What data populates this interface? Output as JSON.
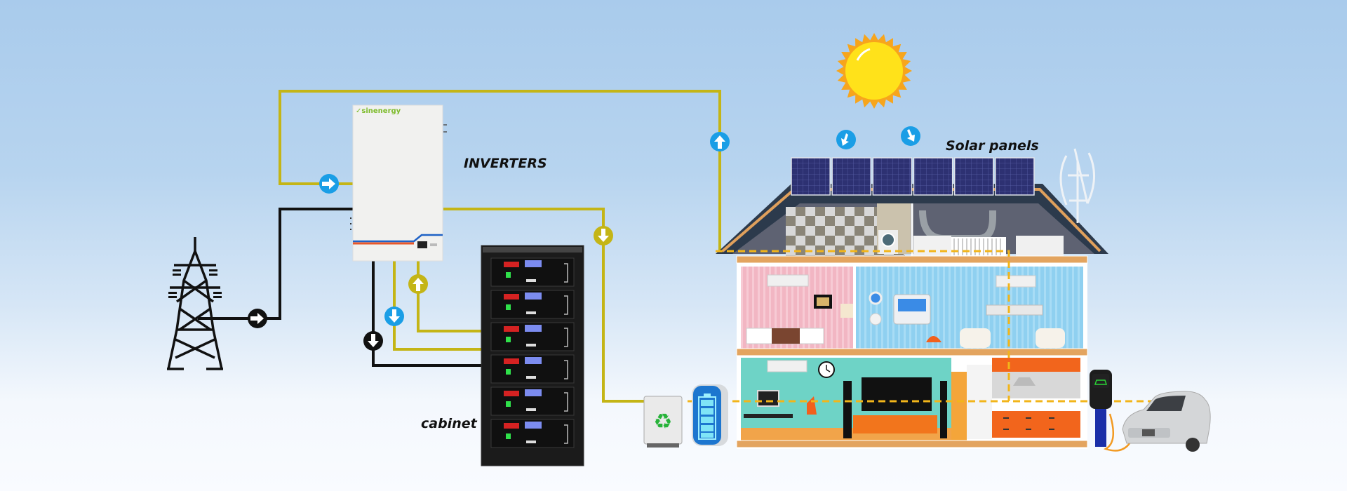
{
  "title": "Solar energy storage system diagram",
  "labels": {
    "inverters": "INVERTERS",
    "cabinet": "cabinet",
    "solar_panels": "Solar panels"
  },
  "brand": {
    "name": "sinenergy"
  },
  "components": [
    {
      "id": "grid",
      "name": "power-grid-tower"
    },
    {
      "id": "inverter",
      "name": "inverter"
    },
    {
      "id": "cabinet",
      "name": "battery-cabinet",
      "modules": 6
    },
    {
      "id": "sun",
      "name": "sun"
    },
    {
      "id": "solar",
      "name": "solar-panels",
      "panels": 6
    },
    {
      "id": "wind",
      "name": "wind-turbine"
    },
    {
      "id": "house",
      "name": "house"
    },
    {
      "id": "recycle",
      "name": "recycle-unit"
    },
    {
      "id": "home_battery",
      "name": "home-battery"
    },
    {
      "id": "ev_charger",
      "name": "ev-charger"
    },
    {
      "id": "car",
      "name": "electric-car"
    }
  ],
  "flows": [
    {
      "from": "grid",
      "to": "inverter",
      "direction": "right",
      "color": "black"
    },
    {
      "from": "solar",
      "to": "inverter",
      "direction": "up",
      "color": "blue"
    },
    {
      "from": "solar",
      "to": "inverter",
      "direction": "right",
      "color": "blue"
    },
    {
      "from": "inverter",
      "to": "house",
      "direction": "down",
      "color": "olive"
    },
    {
      "from": "cabinet",
      "to": "inverter",
      "direction": "up",
      "color": "olive"
    },
    {
      "from": "inverter",
      "to": "cabinet",
      "direction": "down",
      "color": "blue"
    },
    {
      "from": "inverter",
      "to": "cabinet",
      "direction": "down",
      "color": "black"
    },
    {
      "from": "sun",
      "to": "solar",
      "direction": "down",
      "color": "blue"
    },
    {
      "from": "sun",
      "to": "solar",
      "direction": "down-right",
      "color": "blue"
    }
  ],
  "colors": {
    "wire_olive": "#c4b516",
    "wire_black": "#111111",
    "flow_blue": "#1a9ee6",
    "sun_yellow": "#ffe21a",
    "sun_orange": "#f7a51c",
    "dashed_wire": "#f2b51a",
    "panel_navy": "#2b2f6e"
  }
}
